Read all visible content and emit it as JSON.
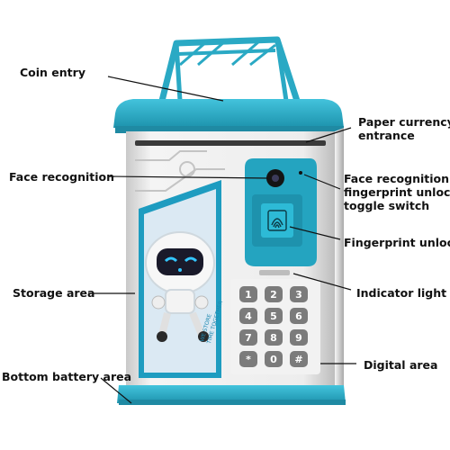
{
  "labels": {
    "coin_entry": "Coin entry",
    "paper_currency": "Paper currency\nentrance",
    "face_recognition": "Face recognition",
    "face_toggle": "Face recognition\nfingerprint unlock\ntoggle switch",
    "fingerprint_unlock": "Fingerprint unlock",
    "storage_area": "Storage area",
    "indicator_light": "Indicator light",
    "bottom_battery": "Bottom battery area",
    "digital_area": "Digital area"
  },
  "keypad": {
    "keys": [
      "1",
      "2",
      "3",
      "4",
      "5",
      "6",
      "7",
      "8",
      "9",
      "*",
      "0",
      "#"
    ]
  },
  "sticker_text": {
    "line1": "WE STORE",
    "line2": "TIME TOGETHER"
  },
  "colors": {
    "teal": "#2aa9c4",
    "teal_dark": "#1f8aa3",
    "body_white": "#ececec",
    "body_grey": "#d2d2d2",
    "key_grey": "#7b7b7b"
  }
}
